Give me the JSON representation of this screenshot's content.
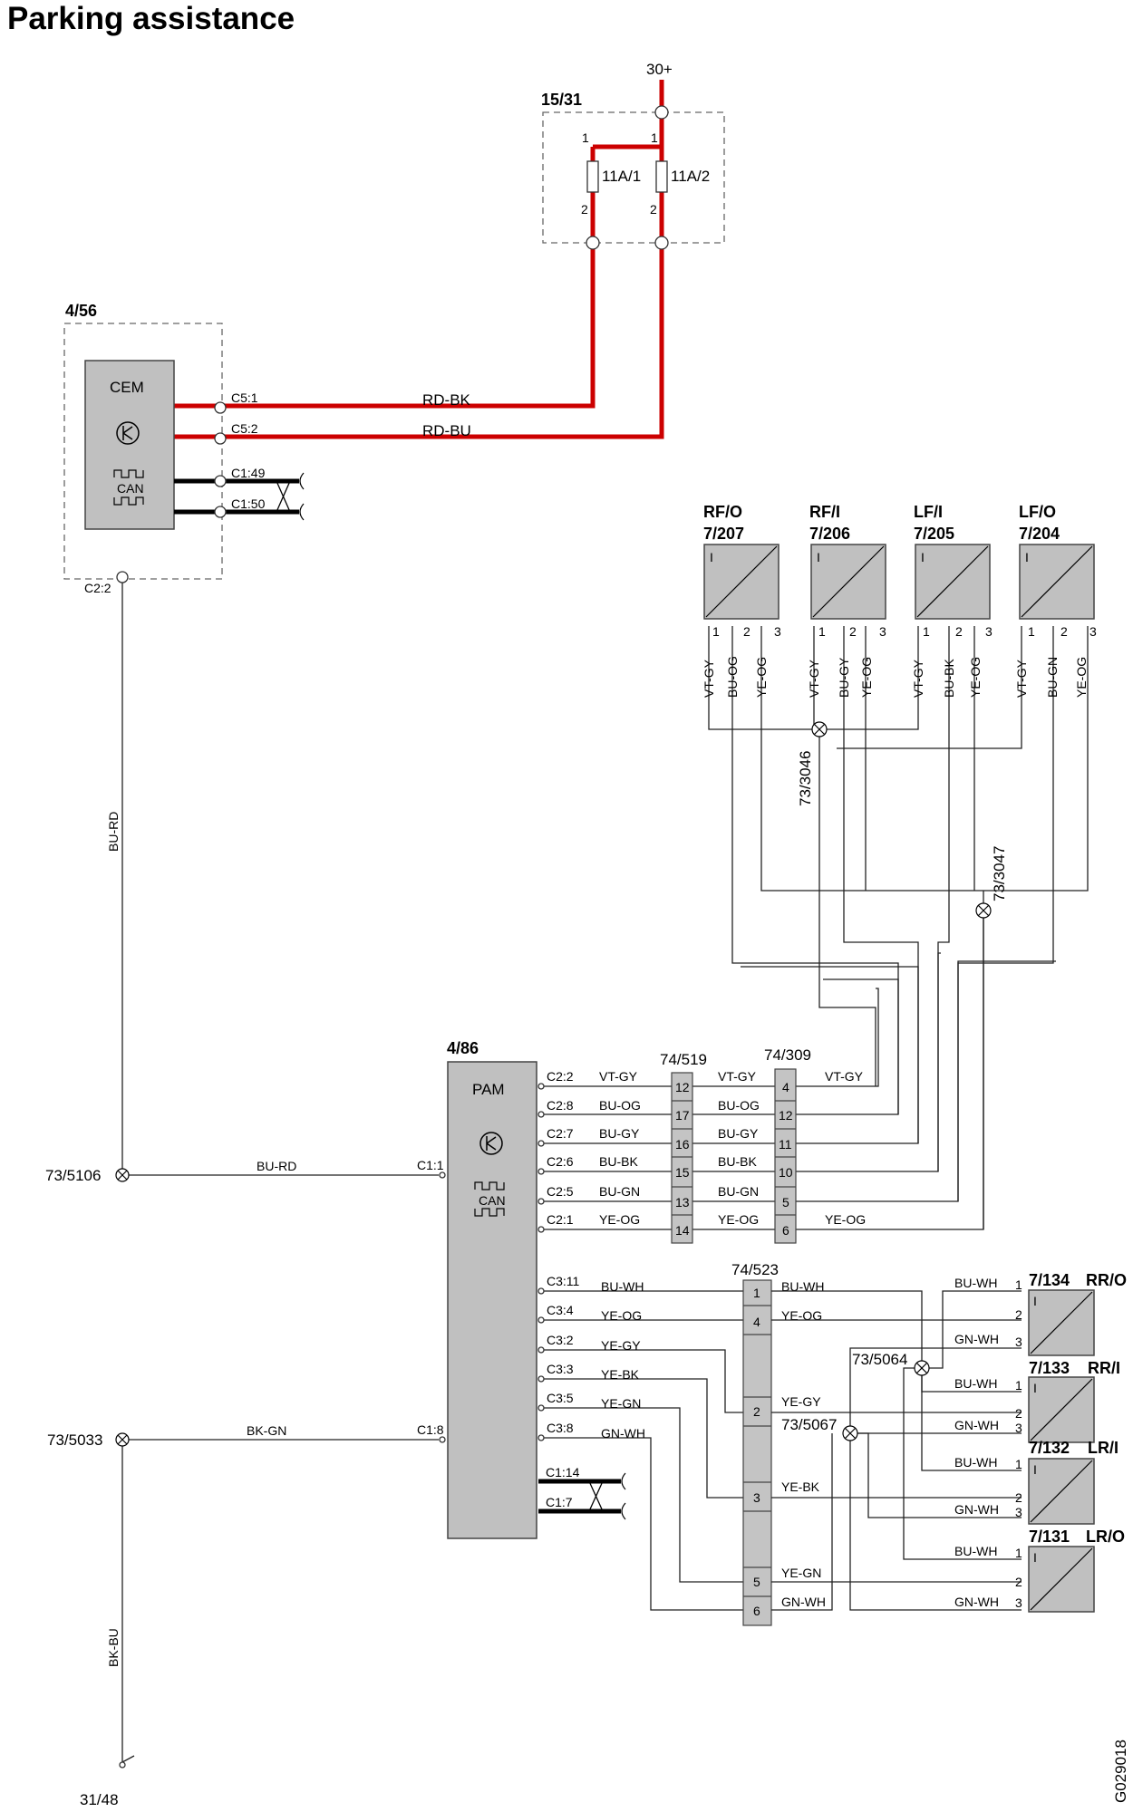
{
  "title": "Parking assistance",
  "figure_id": "G029018",
  "supply": {
    "label": "30+",
    "fuse_box": "15/31",
    "fuse1": "11A/1",
    "fuse2": "11A/2",
    "pin_top": "1",
    "pin_bottom": "2"
  },
  "cem": {
    "id": "4/56",
    "name": "CEM",
    "can": "CAN",
    "pins": {
      "c51": "C5:1",
      "c52": "C5:2",
      "c149": "C1:49",
      "c150": "C1:50",
      "c22": "C2:2"
    },
    "wires": {
      "c51": "RD-BK",
      "c52": "RD-BU",
      "c22": "BU-RD"
    }
  },
  "pam": {
    "id": "4/86",
    "name": "PAM",
    "can": "CAN",
    "c11": "C1:1",
    "c18": "C1:8",
    "c114": "C1:14",
    "c17": "C1:7",
    "c2_pins": [
      "C2:2",
      "C2:8",
      "C2:7",
      "C2:6",
      "C2:5",
      "C2:1"
    ],
    "c2_wires": [
      "VT-GY",
      "BU-OG",
      "BU-GY",
      "BU-BK",
      "BU-GN",
      "YE-OG"
    ],
    "c3_pins": [
      "C3:11",
      "C3:4",
      "C3:2",
      "C3:3",
      "C3:5",
      "C3:8"
    ],
    "c3_wires": [
      "BU-WH",
      "YE-OG",
      "YE-GY",
      "YE-BK",
      "YE-GN",
      "GN-WH"
    ]
  },
  "splices": {
    "s5106": "73/5106",
    "s5033": "73/5033",
    "s3046": "73/3046",
    "s3047": "73/3047",
    "s5064": "73/5064",
    "s5067": "73/5067"
  },
  "ground": {
    "label": "31/48",
    "wire": "BK-BU"
  },
  "bu_rd": "BU-RD",
  "bk_gn": "BK-GN",
  "conn519": {
    "id": "74/519",
    "pins": [
      "12",
      "17",
      "16",
      "15",
      "13",
      "14"
    ]
  },
  "conn309": {
    "id": "74/309",
    "pins": [
      "4",
      "12",
      "11",
      "10",
      "5",
      "6"
    ],
    "wires": [
      "VT-GY",
      "BU-OG",
      "BU-GY",
      "BU-BK",
      "BU-GN",
      "YE-OG"
    ],
    "out_vtgy": "VT-GY",
    "out_yeog": "YE-OG"
  },
  "conn523": {
    "id": "74/523",
    "pins": [
      "1",
      "4",
      "2",
      "3",
      "5",
      "6"
    ],
    "wires": [
      "BU-WH",
      "YE-OG",
      "YE-GY",
      "YE-BK",
      "YE-GN",
      "GN-WH"
    ]
  },
  "front_sensors": [
    {
      "pos": "RF/O",
      "id": "7/207",
      "wires": [
        "VT-GY",
        "BU-OG",
        "YE-OG"
      ]
    },
    {
      "pos": "RF/I",
      "id": "7/206",
      "wires": [
        "VT-GY",
        "BU-GY",
        "YE-OG"
      ]
    },
    {
      "pos": "LF/I",
      "id": "7/205",
      "wires": [
        "VT-GY",
        "BU-BK",
        "YE-OG"
      ]
    },
    {
      "pos": "LF/O",
      "id": "7/204",
      "wires": [
        "VT-GY",
        "BU-GN",
        "YE-OG"
      ]
    }
  ],
  "sensor_pins": [
    "1",
    "2",
    "3"
  ],
  "sensor_mark": "I",
  "rear_sensors": [
    {
      "id": "7/134",
      "pos": "RR/O",
      "wires": [
        "BU-WH",
        "GN-WH"
      ]
    },
    {
      "id": "7/133",
      "pos": "RR/I",
      "wires": [
        "BU-WH",
        "GN-WH"
      ]
    },
    {
      "id": "7/132",
      "pos": "LR/I",
      "wires": [
        "BU-WH",
        "GN-WH"
      ]
    },
    {
      "id": "7/131",
      "pos": "LR/O",
      "wires": [
        "BU-WH",
        "GN-WH"
      ]
    }
  ]
}
